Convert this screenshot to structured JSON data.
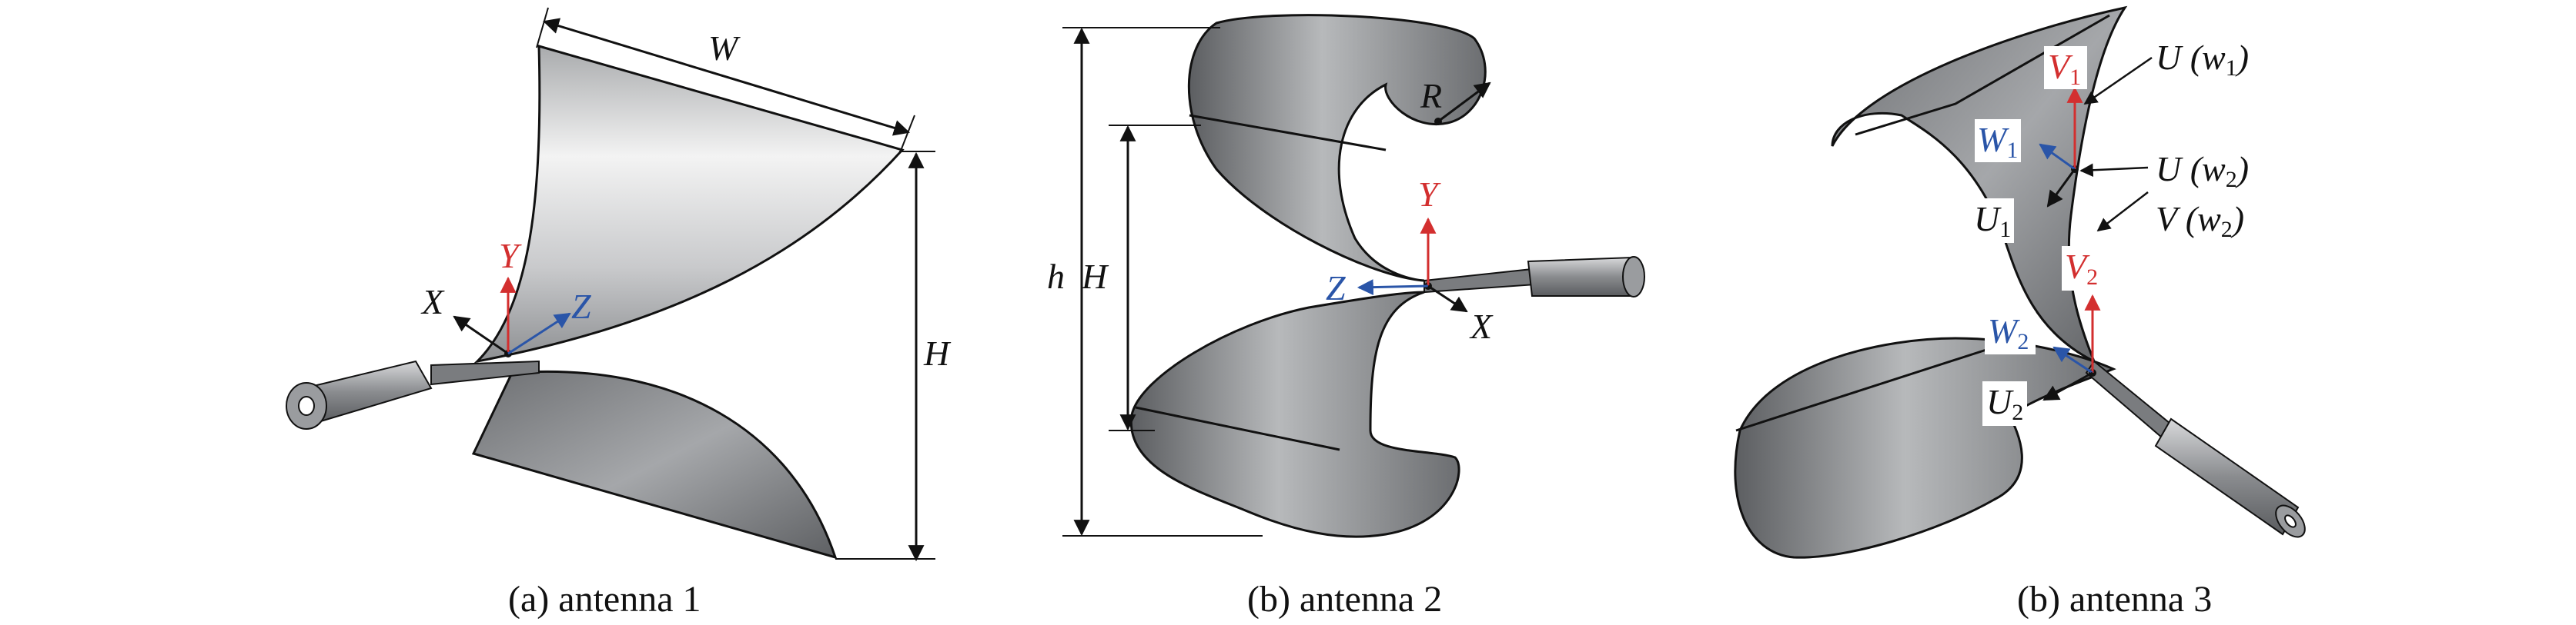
{
  "panel_a": {
    "caption": "(a) antenna 1",
    "labels": {
      "W": "W",
      "H": "H",
      "X": "X",
      "Y": "Y",
      "Z": "Z"
    }
  },
  "panel_b": {
    "caption": "(b) antenna 2",
    "labels": {
      "h": "h",
      "H": "H",
      "R": "R",
      "X": "X",
      "Y": "Y",
      "Z": "Z"
    }
  },
  "panel_c": {
    "caption": "(b) antenna 3",
    "labels": {
      "V1": "V",
      "V1_sub": "1",
      "W1": "W",
      "W1_sub": "1",
      "U1": "U",
      "U1_sub": "1",
      "V2": "V",
      "V2_sub": "2",
      "W2": "W",
      "W2_sub": "2",
      "U2": "U",
      "U2_sub": "2",
      "Uw1": "U (w",
      "Uw1_sub": "1",
      "Uw1_close": ")",
      "Uw2": "U (w",
      "Uw2_sub": "2",
      "Uw2_close": ")",
      "Vw2": "V (w",
      "Vw2_sub": "2",
      "Vw2_close": ")"
    }
  },
  "colors": {
    "axis_red": "#d32f2f",
    "axis_blue": "#2a55a8",
    "line": "#111111",
    "metal": "#8a8c8f"
  }
}
